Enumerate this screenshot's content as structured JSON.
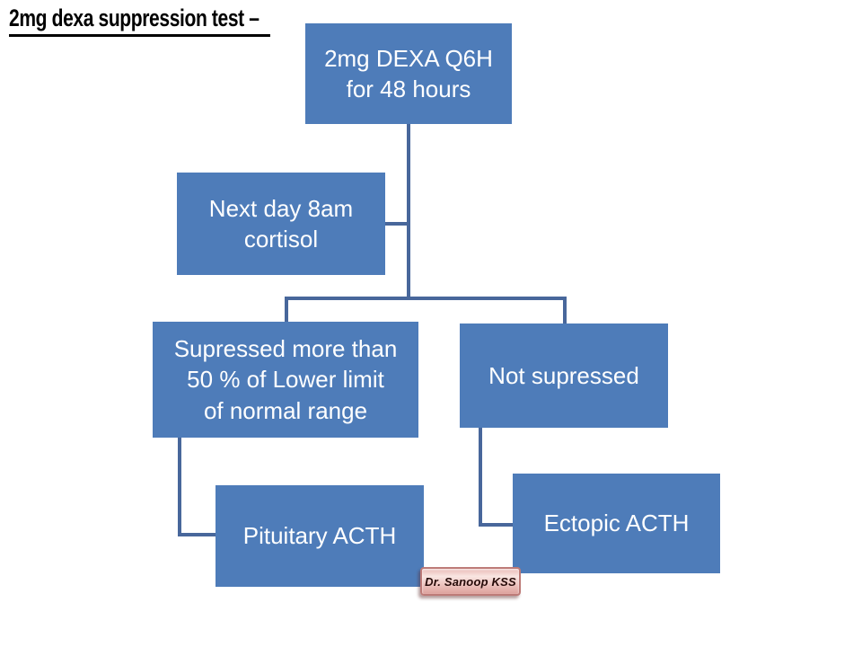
{
  "slide": {
    "title": "2mg dexa suppression test – ",
    "background": "#ffffff"
  },
  "flowchart": {
    "type": "hierarchy",
    "nodes": {
      "top": {
        "label": "2mg DEXA Q6H\nfor 48 hours"
      },
      "next_day": {
        "label": "Next day 8am\ncortisol"
      },
      "suppressed": {
        "label": "Supressed more than\n50 % of Lower limit\nof normal range"
      },
      "not_suppressed": {
        "label": "Not supressed"
      },
      "pituitary": {
        "label": "Pituitary ACTH"
      },
      "ectopic": {
        "label": "Ectopic ACTH"
      }
    },
    "edges": [
      {
        "from": "top",
        "to": "suppressed"
      },
      {
        "from": "top",
        "to": "not_suppressed"
      },
      {
        "from": "next_day",
        "to": "top",
        "note": "side stub into main drop line"
      },
      {
        "from": "suppressed",
        "to": "pituitary"
      },
      {
        "from": "not_suppressed",
        "to": "ectopic"
      }
    ],
    "colors": {
      "node_fill": "#4e7cb9",
      "node_text": "#ffffff",
      "connector": "#48679b",
      "background": "#ffffff",
      "title_color": "#000000",
      "watermark_border": "#bd7b78",
      "watermark_text": "#250a08"
    }
  },
  "watermark": {
    "label": "Dr. Sanoop KSS"
  }
}
